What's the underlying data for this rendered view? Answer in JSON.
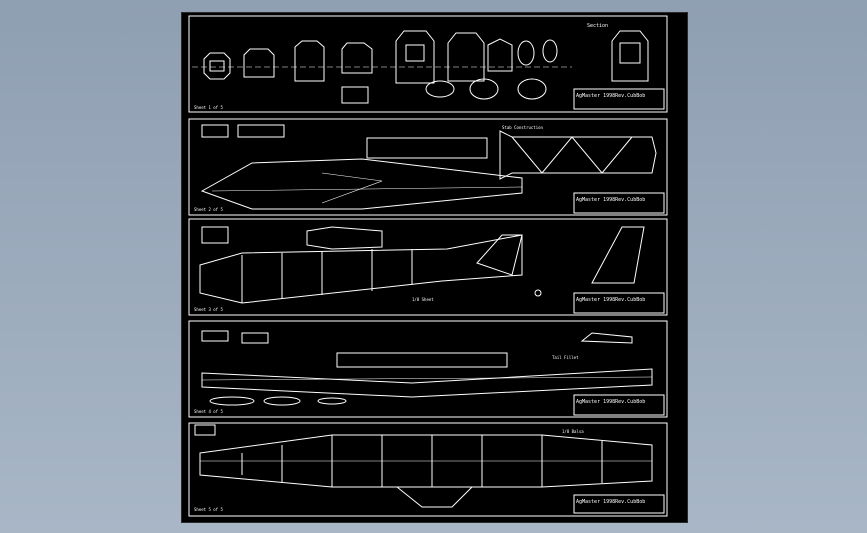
{
  "viewport": {
    "background_color": "#9aa9bb",
    "sheet_color": "#000000",
    "line_color": "#ffffff"
  },
  "panels": [
    {
      "label_top_right": "Section",
      "title_block": "AgMaster 1998Rev.CubBob",
      "sheet_id": "Sheet 1 of 5"
    },
    {
      "label_top_right": "Stab Construction",
      "title_block": "AgMaster 1998Rev.CubBob",
      "sheet_id": "Sheet 2 of 5"
    },
    {
      "label_top_right": "1/8 Sheet",
      "title_block": "AgMaster 1998Rev.CubBob",
      "sheet_id": "Sheet 3 of 5"
    },
    {
      "label_top_right": "Tail Fillet",
      "title_block": "AgMaster 1998Rev.CubBob",
      "sheet_id": "Sheet 4 of 5"
    },
    {
      "label_top_right": "1/8 Balsa",
      "title_block": "AgMaster 1998Rev.CubBob",
      "sheet_id": "Sheet 5 of 5"
    }
  ]
}
